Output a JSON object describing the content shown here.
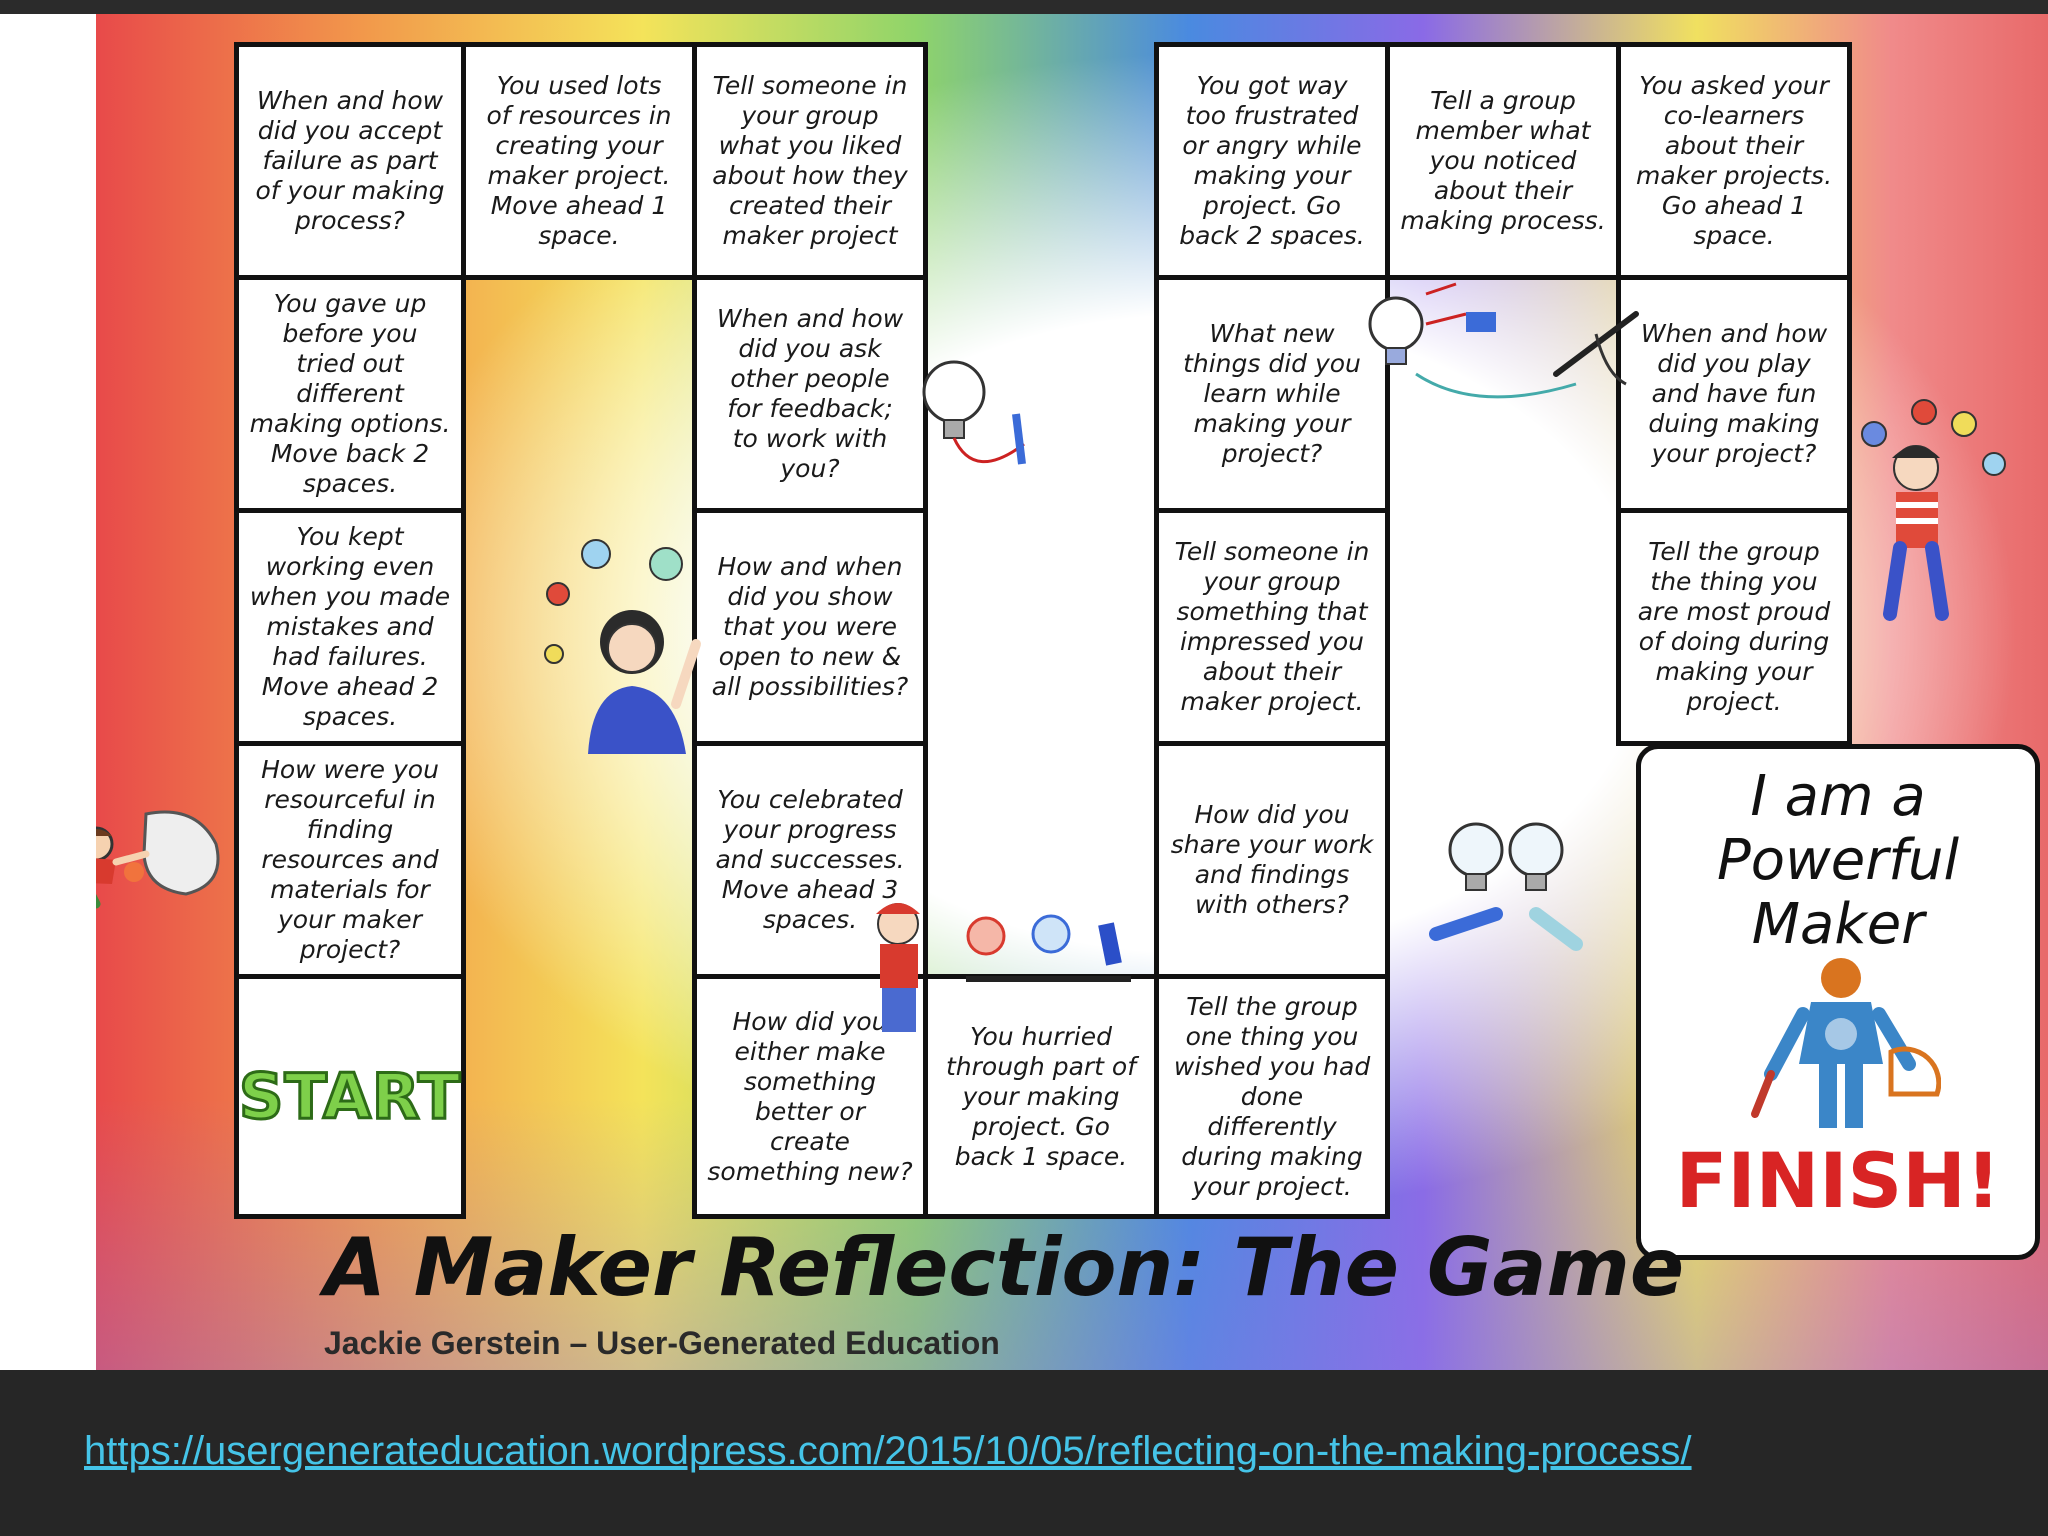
{
  "game": {
    "title": "A Maker Reflection: The Game",
    "author": "Jackie Gerstein – User-Generated Education",
    "start_label": "START",
    "finish_title": "I am a\nPowerful\nMaker",
    "finish_label": "FINISH!",
    "squares": [
      "When and how\ndid you accept\nfailure as part\nof your making\nprocess?",
      "You used lots\nof resources in\ncreating your\nmaker project.\nMove ahead 1\nspace.",
      "Tell someone in\nyour group\nwhat you liked\nabout how they\ncreated their\nmaker project",
      "You gave up\nbefore you\ntried out\ndifferent\nmaking options.\nMove back 2\nspaces.",
      "When and how\ndid you ask\nother people\nfor feedback;\nto work with\nyou?",
      "You kept\nworking even\nwhen you made\nmistakes and\nhad failures.\nMove ahead 2\nspaces.",
      "How and when\ndid you show\nthat you were\nopen to new &\nall possibilities?",
      "How were you\nresourceful in\nfinding\nresources and\nmaterials for\nyour maker\nproject?",
      "You celebrated\nyour progress\nand successes.\nMove ahead 3\nspaces.",
      "How did you\neither make\nsomething\nbetter or\ncreate\nsomething new?",
      "You hurried\nthrough part of\nyour making\nproject. Go\nback 1 space.",
      "You got way\ntoo frustrated\nor angry while\nmaking your\nproject. Go\nback 2 spaces.",
      "Tell a group\nmember what\nyou noticed\nabout their\nmaking process.",
      "You asked your\nco-learners\nabout their\nmaker projects.\nGo ahead 1\nspace.",
      "What new\nthings did you\nlearn while\nmaking your\nproject?",
      "When and how\ndid you play\nand have fun\nduing making\nyour project?",
      "Tell someone in\nyour group\nsomething that\nimpressed you\nabout their\nmaker project.",
      "Tell the group\nthe thing you\nare most proud\nof doing during\nmaking your\nproject.",
      "How did you\nshare your work\nand findings\nwith others?",
      "Tell the group\none thing you\nwished you had\ndone\ndifferently\nduring making\nyour project."
    ]
  },
  "footer": {
    "source_url": "https://usergenerateducation.wordpress.com/2015/10/05/reflecting-on-the-making-process/"
  },
  "colors": {
    "start_green": "#7ed04a",
    "finish_red": "#d82424",
    "link_blue": "#45c4e8",
    "dark_bg": "#262626"
  }
}
